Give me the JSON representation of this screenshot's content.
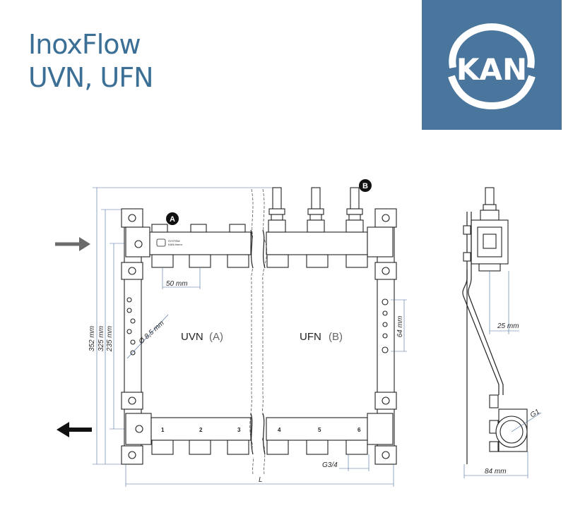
{
  "header": {
    "title_line1": "InoxFlow",
    "title_line2": "UVN, UFN",
    "logo_text": "KAN",
    "brand_color": "#4a759c"
  },
  "drawing": {
    "marker_a": "A",
    "marker_b": "B",
    "label_uvn": "UVN",
    "label_uvn_suffix": "(A)",
    "label_ufn": "UFN",
    "label_ufn_suffix": "(B)",
    "plate_text_1": "SYSTEM",
    "plate_text_2": "KAN-therm",
    "outlet_numbers": [
      "1",
      "2",
      "3",
      "4",
      "5",
      "6"
    ],
    "dimensions": {
      "pitch": "50 mm",
      "height_total": "352 mm",
      "height_mid": "325 mm",
      "height_inner": "235 mm",
      "hole_diameter": "Ø 8,5 mm",
      "bracket_spacing": "64 mm",
      "thread_outlet": "G3/4",
      "length": "L",
      "side_offset": "25 mm",
      "thread_inlet": "G1",
      "side_depth": "84 mm"
    }
  }
}
